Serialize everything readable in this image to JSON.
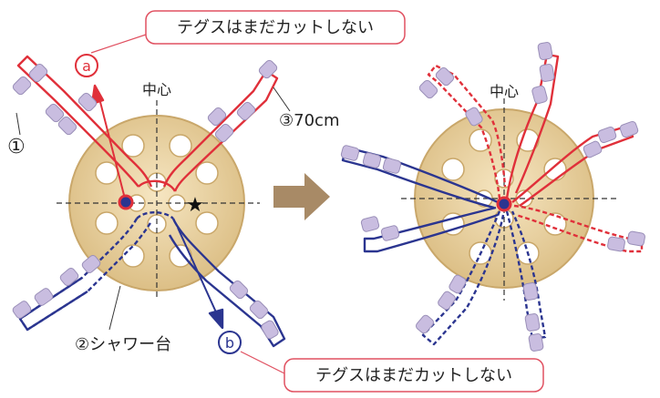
{
  "callouts": {
    "top": "テグスはまだカットしない",
    "bottom": "テグスはまだカットしない"
  },
  "labels": {
    "center_left": "中心",
    "center_right": "中心",
    "one": "①",
    "two": "②シャワー台",
    "three": "③70cm",
    "a": "a",
    "b": "b",
    "star": "★"
  },
  "colors": {
    "red": "#e0303a",
    "blue": "#2b3590",
    "disc": "#e8cf98",
    "disc_edge": "#c9a76a",
    "arrow": "#a88a66",
    "bead": "#c9bde0",
    "bead_edge": "#9a8fb8",
    "callout_border": "#e05060"
  },
  "icons": {
    "step_arrow": "right-arrow-icon",
    "star": "star-icon"
  }
}
